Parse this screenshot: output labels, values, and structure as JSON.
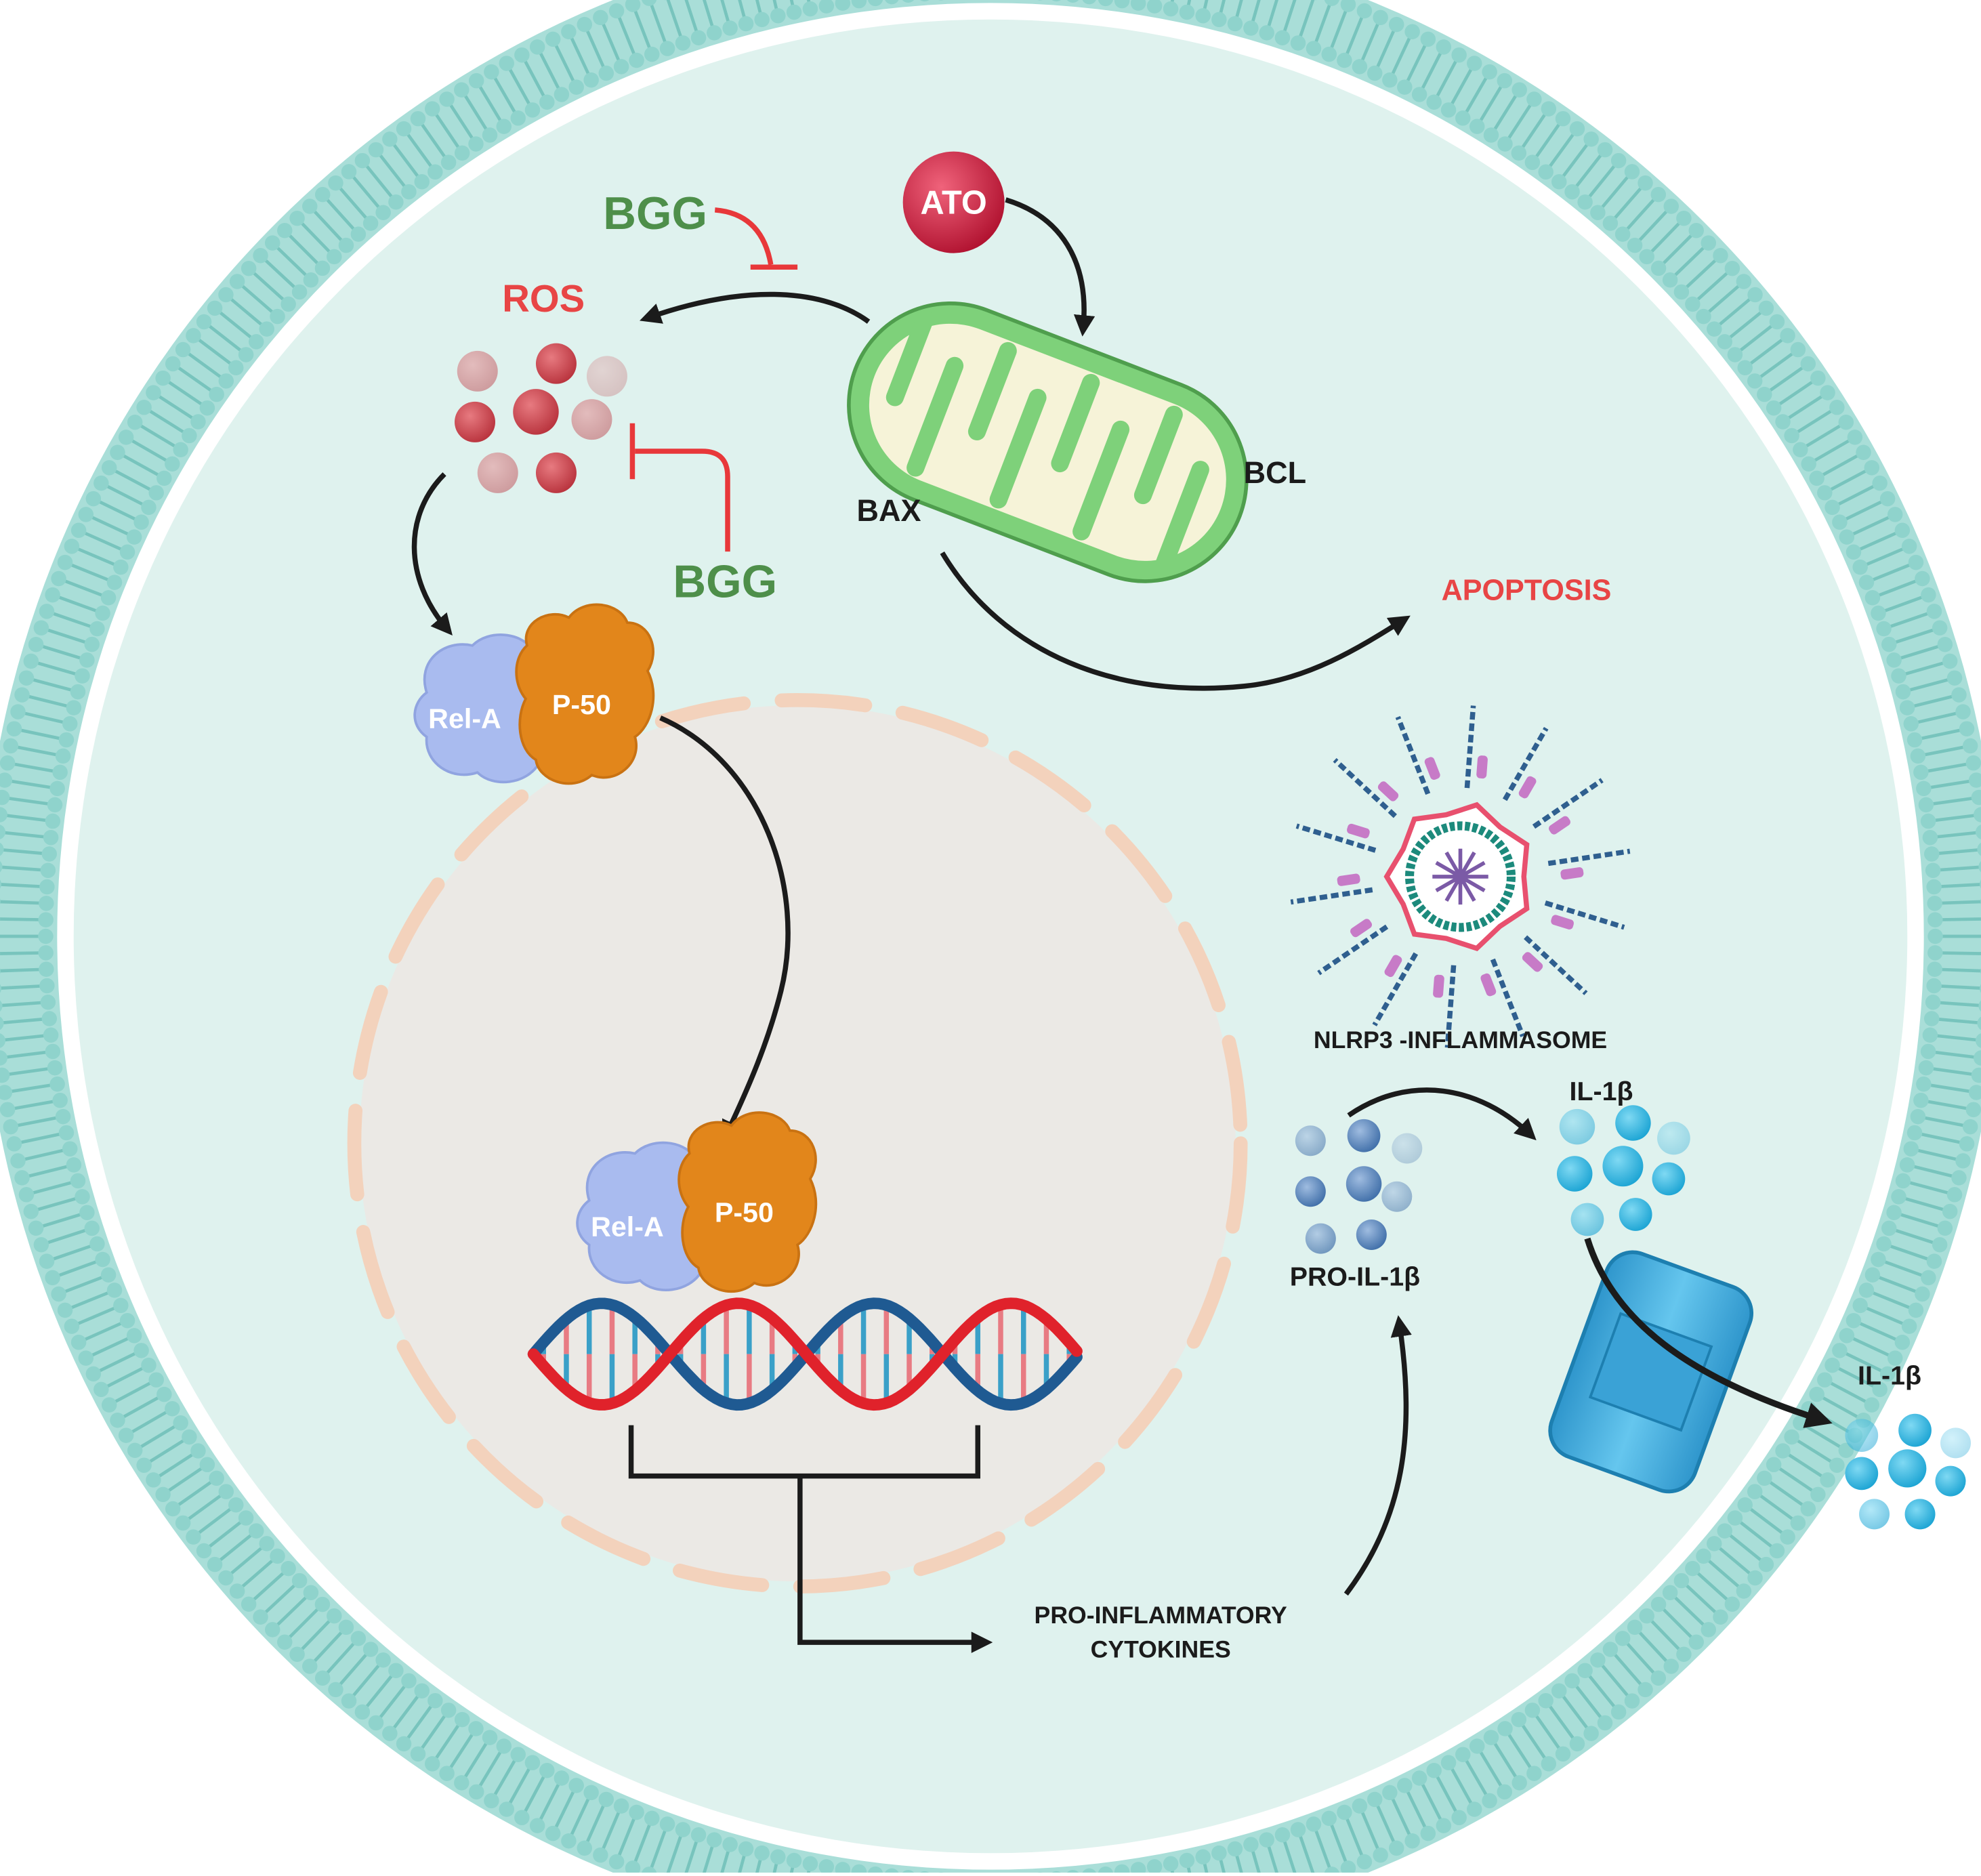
{
  "labels": {
    "ato": "ATO",
    "bgg_top": "BGG",
    "bgg_bottom": "BGG",
    "ros": "ROS",
    "bax": "BAX",
    "bcl": "BCL",
    "apoptosis": "APOPTOSIS",
    "rela_cyto": "Rel-A",
    "p50_cyto": "P-50",
    "rela_nuc": "Rel-A",
    "p50_nuc": "P-50",
    "nlrp3": "NLRP3 -INFLAMMASOME",
    "il1b_inner": "IL-1β",
    "il1b_outer": "IL-1β",
    "pro_il1b": "PRO-IL-1β",
    "pro_inflam_line1": "PRO-INFLAMMATORY",
    "pro_inflam_line2": "CYTOKINES"
  },
  "colors": {
    "membrane": "#8fd3cc",
    "cytoplasm": "#dff2ee",
    "nucleus": "#ebe9e5",
    "nuclear_envelope": "#f3d2bc",
    "mito_outer": "#7ed17a",
    "mito_inner": "#f6f3d8",
    "ros": "#c9444f",
    "rela": "#a9bbef",
    "p50": "#e2861b",
    "dna_red": "#e0222b",
    "dna_blue": "#1f5a92",
    "inhibit": "#e8383a",
    "il1b": "#2cb6e0",
    "pro_il1b": "#5d86b8",
    "channel": "#4bb3e3",
    "ato": "#c8173b"
  }
}
